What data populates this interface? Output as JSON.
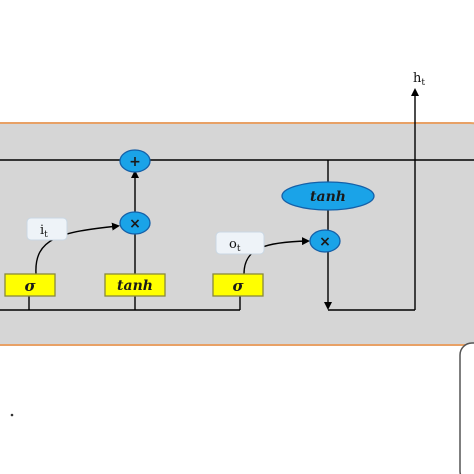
{
  "output_label": {
    "main": "h",
    "sub": "t"
  },
  "input_gate_label": {
    "main": "i",
    "sub": "t"
  },
  "output_gate_label": {
    "main": "o",
    "sub": "t"
  },
  "ops": {
    "add": "+",
    "multiply_input": "×",
    "multiply_output": "×"
  },
  "gates": {
    "input_sigma": "σ",
    "candidate": "tanh",
    "output_sigma": "σ"
  },
  "cell_tanh": "tanh",
  "colors": {
    "cell_fill": "#d6d6d6",
    "cell_border": "#e8a166",
    "gate_fill": "#ffff00",
    "gate_border": "#8a8a3a",
    "op_fill": "#1aa3e8",
    "op_border": "#1560a8",
    "label_box_fill": "#eef3f8"
  }
}
